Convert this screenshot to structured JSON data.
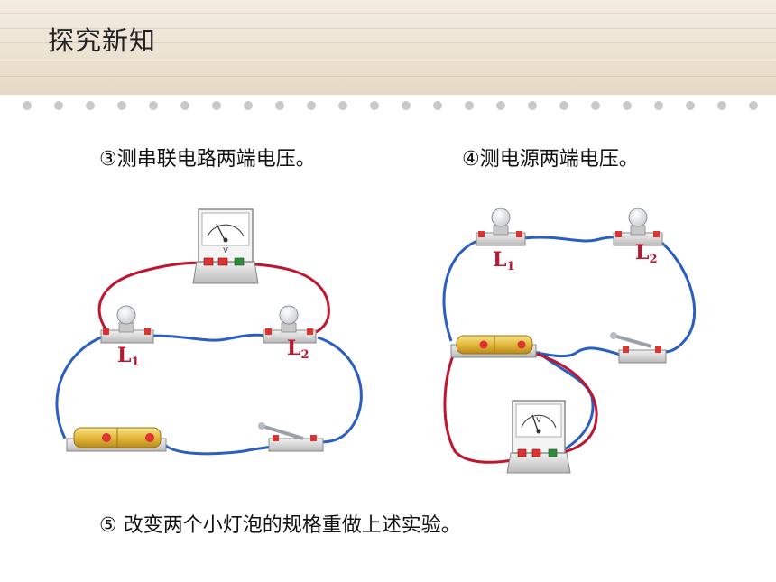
{
  "header": {
    "title": "探究新知"
  },
  "steps": {
    "step3": "③测串联电路两端电压。",
    "step4": "④测电源两端电压。",
    "step5": "⑤ 改变两个小灯泡的规格重做上述实验。"
  },
  "circuit_left": {
    "bulb1": {
      "letter": "L",
      "sub": "1"
    },
    "bulb2": {
      "letter": "L",
      "sub": "2"
    },
    "meter_unit": "V"
  },
  "circuit_right": {
    "bulb1": {
      "letter": "L",
      "sub": "1"
    },
    "bulb2": {
      "letter": "L",
      "sub": "2"
    },
    "meter_unit": "V"
  },
  "colors": {
    "wire_red": "#c0152f",
    "wire_blue": "#2a5fc1",
    "label_red": "#c0152f",
    "battery": "#e8c44a"
  }
}
